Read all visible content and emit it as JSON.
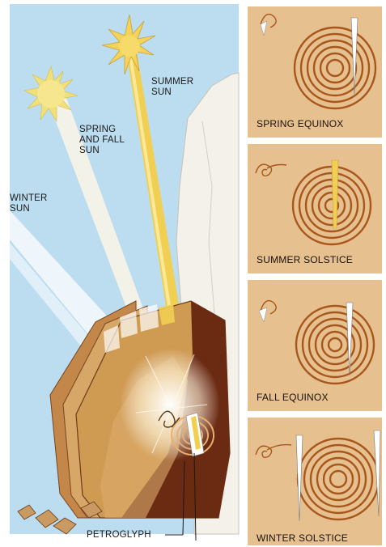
{
  "sun_labels": {
    "summer": [
      "SUMMER",
      "SUN"
    ],
    "spring_fall": [
      "SPRING",
      "AND FALL",
      "SUN"
    ],
    "winter": [
      "WINTER",
      "SUN"
    ]
  },
  "callouts": {
    "petroglyph": "PETROGLYPH"
  },
  "panels": [
    {
      "label": "SPRING EQUINOX"
    },
    {
      "label": "SUMMER SOLSTICE"
    },
    {
      "label": "FALL EQUINOX"
    },
    {
      "label": "WINTER SOLSTICE"
    }
  ],
  "colors": {
    "sky": "#bcdcef",
    "panel_bg": "#e6c08f",
    "rock": "#cf9a52",
    "rock_shadow": "#6b2a12",
    "spiral": "#a8571c",
    "sun": "#f3d35a",
    "dagger": "#ffffff"
  }
}
